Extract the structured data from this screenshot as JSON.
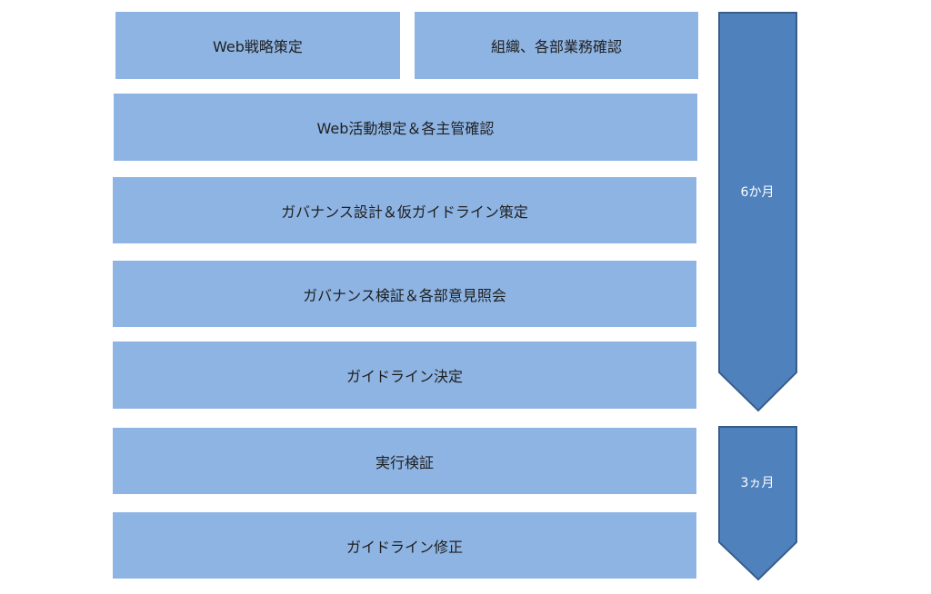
{
  "steps": [
    {
      "label": "Web戦略策定"
    },
    {
      "label": "組織、各部業務確認"
    },
    {
      "label": "Web活動想定＆各主管確認"
    },
    {
      "label": "ガバナンス設計＆仮ガイドライン策定"
    },
    {
      "label": "ガバナンス検証＆各部意見照会"
    },
    {
      "label": "ガイドライン決定"
    },
    {
      "label": "実行検証"
    },
    {
      "label": "ガイドライン修正"
    }
  ],
  "phases": [
    {
      "label": "6か月"
    },
    {
      "label": "3ヵ月"
    }
  ],
  "colors": {
    "box_fill": "#8eb4e3",
    "arrow_fill": "#4f81bd",
    "arrow_stroke": "#385d8a"
  }
}
